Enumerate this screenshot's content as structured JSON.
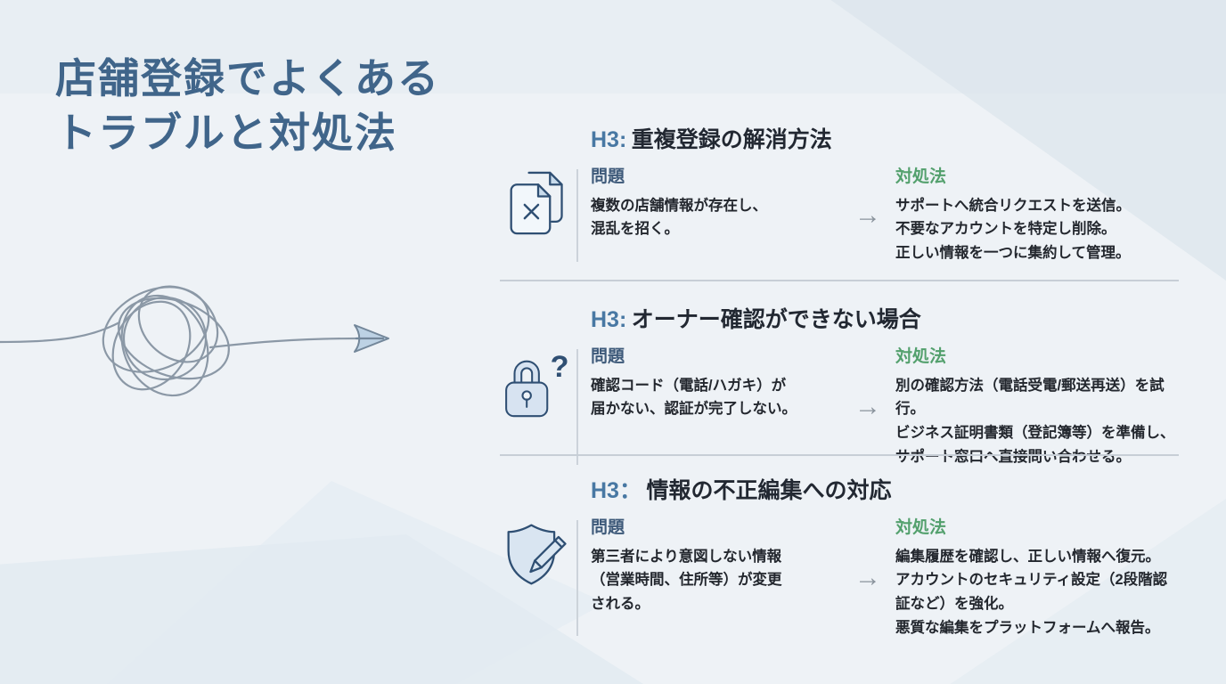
{
  "page": {
    "title_line1": "店舗登録でよくある",
    "title_line2": "トラブルと対処法"
  },
  "labels": {
    "problem": "問題",
    "solution": "対処法",
    "arrow": "→"
  },
  "colors": {
    "background": "#eef2f6",
    "title": "#40658a",
    "h3_prefix_blue": "#4878a3",
    "heading_dark": "#222832",
    "problem_label_blue": "#3e5a7a",
    "solution_label_green": "#53a06d",
    "icon_stroke_navy": "#2f4f73",
    "icon_fill_blue": "#d7e3f1",
    "divider_gray": "#c7ced6",
    "arrow_gray": "#8a939c"
  },
  "illustration": {
    "name": "tangled-scribble-to-arrow",
    "description": "tangled line unravelling into a straight arrow pointing right"
  },
  "sections": [
    {
      "icon": "duplicate-documents-icon",
      "heading_prefix": "H3:",
      "heading_title": "重複登録の解消方法",
      "problem_text": "複数の店舗情報が存在し、\n混乱を招く。",
      "solution_text": "サポートへ統合リクエストを送信。\n不要なアカウントを特定し削除。\n正しい情報を一つに集約して管理。"
    },
    {
      "icon": "lock-question-icon",
      "heading_prefix": "H3:",
      "heading_title": "オーナー確認ができない場合",
      "problem_text": "確認コード（電話/ハガキ）が\n届かない、認証が完了しない。",
      "solution_text": "別の確認方法（電話受電/郵送再送）を試行。\nビジネス証明書類（登記簿等）を準備し、\nサポート窓口へ直接問い合わせる。"
    },
    {
      "icon": "shield-pencil-icon",
      "heading_prefix": "H3：",
      "heading_title": "情報の不正編集への対応",
      "problem_text": "第三者により意図しない情報\n（営業時間、住所等）が変更\nされる。",
      "solution_text": "編集履歴を確認し、正しい情報へ復元。\nアカウントのセキュリティ設定（2段階認\n証など）を強化。\n悪質な編集をプラットフォームへ報告。"
    }
  ]
}
